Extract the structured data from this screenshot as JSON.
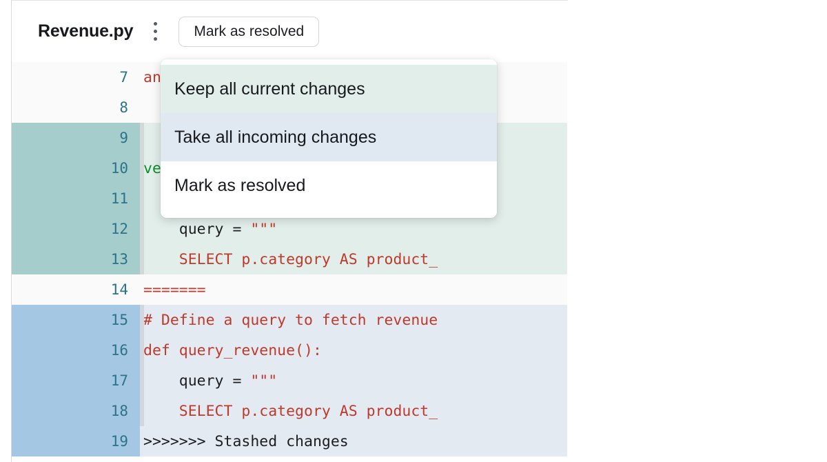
{
  "header": {
    "file_name": "Revenue.py",
    "kebab_icon": "kebab-menu-icon",
    "resolve_button_label": "Mark as resolved"
  },
  "menu": {
    "items": [
      {
        "label": "Keep all current changes",
        "highlight": "green"
      },
      {
        "label": "Take all incoming changes",
        "highlight": "blue"
      },
      {
        "label": "Mark as resolved",
        "highlight": "none"
      }
    ]
  },
  "editor": {
    "lines": [
      {
        "number": "7",
        "gutter": "plain",
        "cell": "plain",
        "rail": "none",
        "indent": "",
        "text": "any_d"
      },
      {
        "number": "8",
        "gutter": "plain",
        "cell": "plain",
        "rail": "none",
        "indent": "",
        "text": ""
      },
      {
        "number": "9",
        "gutter": "teal",
        "cell": "green",
        "rail": "green",
        "indent": "",
        "text": ""
      },
      {
        "number": "10",
        "gutter": "teal",
        "cell": "green",
        "rail": "green",
        "indent": "",
        "text": "venue"
      },
      {
        "number": "11",
        "gutter": "teal",
        "cell": "green",
        "rail": "green",
        "indent": "",
        "text": ""
      },
      {
        "number": "12",
        "gutter": "teal",
        "cell": "green",
        "rail": "green",
        "indent": "    ",
        "text": "query = \"\"\""
      },
      {
        "number": "13",
        "gutter": "teal",
        "cell": "green",
        "rail": "green",
        "indent": "    ",
        "text": "SELECT p.category AS product_"
      },
      {
        "number": "14",
        "gutter": "plain",
        "cell": "plain",
        "rail": "none",
        "indent": "",
        "text": "======="
      },
      {
        "number": "15",
        "gutter": "blue",
        "cell": "blue",
        "rail": "blue",
        "indent": "",
        "text": "# Define a query to fetch revenue"
      },
      {
        "number": "16",
        "gutter": "blue",
        "cell": "blue",
        "rail": "blue",
        "indent": "",
        "text": "def query_revenue():"
      },
      {
        "number": "17",
        "gutter": "blue",
        "cell": "blue",
        "rail": "blue",
        "indent": "    ",
        "text": "query = \"\"\""
      },
      {
        "number": "18",
        "gutter": "blue",
        "cell": "blue",
        "rail": "blue",
        "indent": "    ",
        "text": "SELECT p.category AS product_"
      },
      {
        "number": "19",
        "gutter": "blue",
        "cell": "blue",
        "rail": "none",
        "indent": "",
        "text": ">>>>>>> Stashed changes"
      }
    ]
  },
  "colors": {
    "gutter_teal": "#a5cdcb",
    "gutter_blue": "#a4c8e4",
    "code_green_bg": "#e2eeea",
    "code_blue_bg": "#e4eaf2",
    "line_number": "#2b7389",
    "token_red": "#c0392b",
    "token_green": "#0a8f2a",
    "text_dark": "#1b1d20"
  }
}
